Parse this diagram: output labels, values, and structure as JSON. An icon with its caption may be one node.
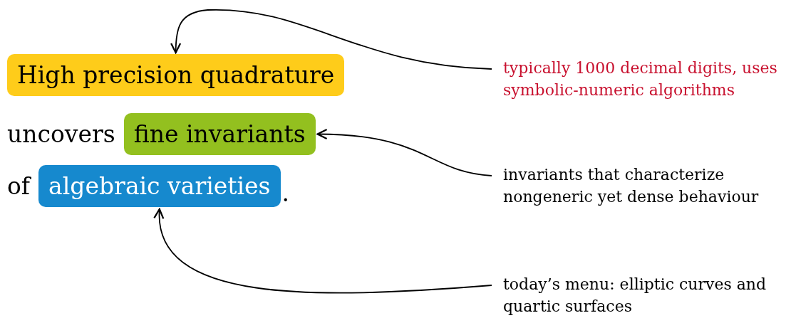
{
  "diagram": {
    "nodes": [
      {
        "text": [
          "High precision quadrature"
        ]
      },
      {
        "text": [
          "fine invariants"
        ]
      },
      {
        "text": [
          "algebraic varieties"
        ]
      },
      {
        "text": [
          "typically 1000 decimal digits, uses symbolic-numeric algorithms"
        ]
      },
      {
        "text": [
          "invariants that characterize nongeneric yet dense behaviour"
        ]
      },
      {
        "text": [
          "today’s menu: elliptic curves and quartic surfaces"
        ]
      }
    ],
    "edges": [
      {
        "from": 3,
        "to": 0,
        "arrow": "to"
      },
      {
        "from": 4,
        "to": 1,
        "arrow": "to"
      },
      {
        "from": 5,
        "to": 2,
        "arrow": "to"
      }
    ],
    "labels": [
      "uncovers",
      "of",
      "."
    ]
  }
}
